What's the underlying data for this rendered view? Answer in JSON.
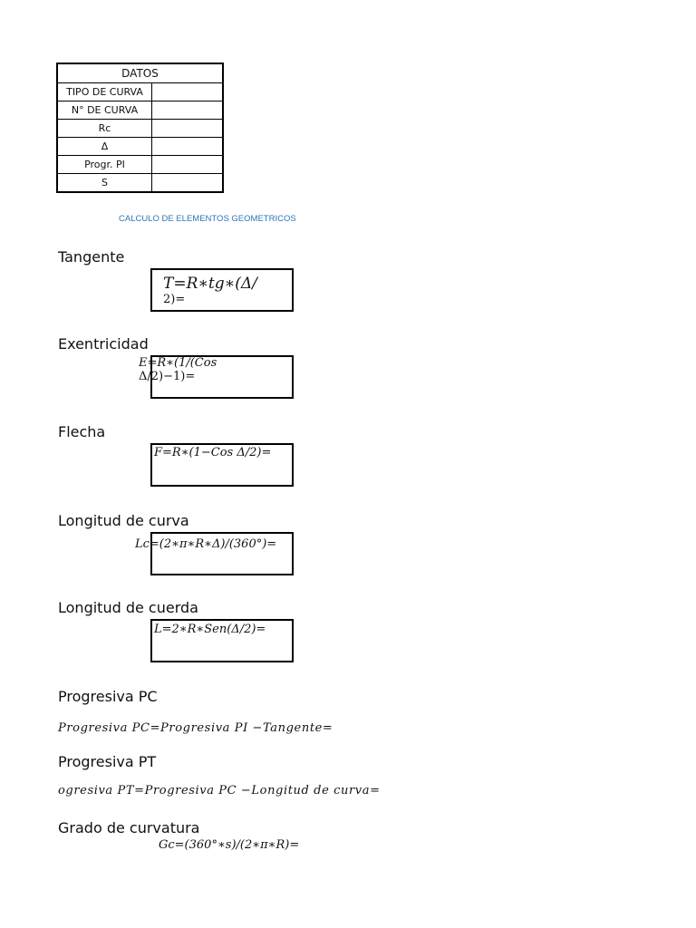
{
  "datos_table": {
    "header": "DATOS",
    "rows": [
      {
        "label": "TIPO DE CURVA",
        "value": ""
      },
      {
        "label": "N° DE CURVA",
        "value": ""
      },
      {
        "label": "Rc",
        "value": ""
      },
      {
        "label": "Δ",
        "value": ""
      },
      {
        "label": "Progr. PI",
        "value": ""
      },
      {
        "label": "S",
        "value": ""
      }
    ]
  },
  "subtitle": "CALCULO DE ELEMENTOS GEOMETRICOS",
  "sections": {
    "tangente": {
      "title": "Tangente",
      "formula_line1": "T=R∗tg∗(Δ/",
      "formula_line2": "2)="
    },
    "exentricidad": {
      "title": "Exentricidad",
      "formula_line1": "E=R∗(1/(Cos",
      "formula_line2": "Δ/2)−1)="
    },
    "flecha": {
      "title": "Flecha",
      "formula": "F=R∗(1−Cos Δ/2)="
    },
    "longitud_curva": {
      "title": "Longitud de curva",
      "formula": "Lc=(2∗π∗R∗Δ)/(360°)="
    },
    "longitud_cuerda": {
      "title": "Longitud de cuerda",
      "formula": "L=2∗R∗Sen(Δ/2)="
    },
    "progresiva_pc": {
      "title": "Progresiva PC",
      "formula": "Progresiva PC=Progresiva PI −Tangente="
    },
    "progresiva_pt": {
      "title": "Progresiva PT",
      "formula": "ogresiva PT=Progresiva PC −Longitud de curva="
    },
    "grado_curvatura": {
      "title": "Grado de curvatura",
      "formula": "Gc=(360°∗s)/(2∗π∗R)="
    }
  }
}
